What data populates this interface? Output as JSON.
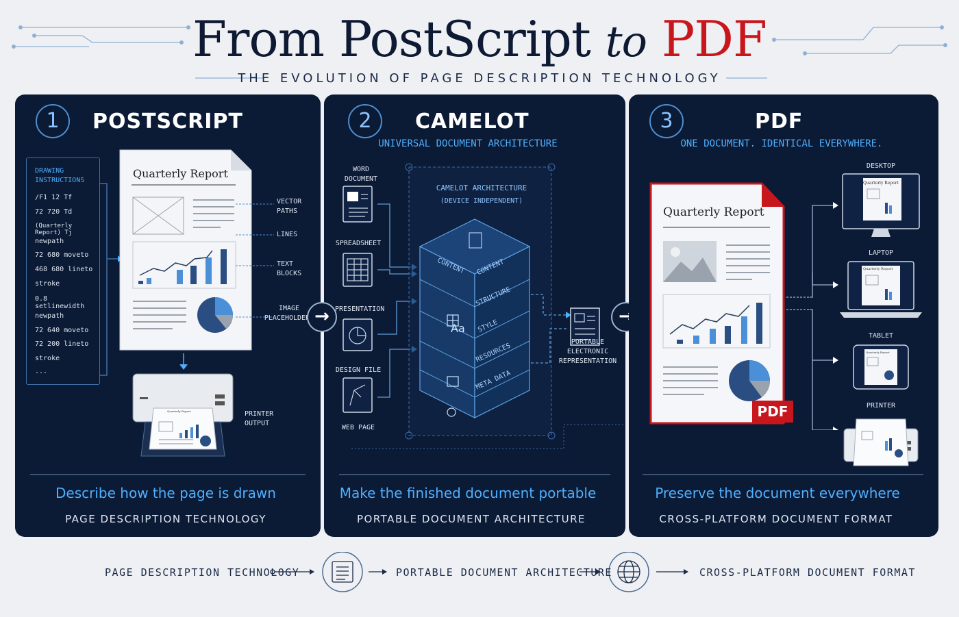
{
  "header": {
    "title_part1": "From PostScript",
    "title_part2": "to",
    "title_part3": "PDF",
    "subtitle": "THE EVOLUTION OF PAGE DESCRIPTION TECHNOLOGY"
  },
  "panel1": {
    "number": "1",
    "title": "POSTSCRIPT",
    "code_heading": "DRAWING INSTRUCTIONS",
    "code_lines": [
      "/F1 12 Tf",
      "72 720 Td",
      "(Quarterly Report) Tj",
      "newpath",
      "72 680 moveto",
      "468 680 lineto",
      "stroke",
      "0.8 setlinewidth",
      "newpath",
      "72 640 moveto",
      "72 200 lineto",
      "stroke",
      "..."
    ],
    "doc_title": "Quarterly Report",
    "callouts": [
      "VECTOR PATHS",
      "LINES",
      "TEXT BLOCKS",
      "IMAGE PLACEHOLDERS"
    ],
    "printer_label": "PRINTER OUTPUT",
    "printed_title": "Quarterly Report",
    "bottom_heading": "Describe how the page is drawn",
    "bottom_sub": "PAGE DESCRIPTION TECHNOLOGY"
  },
  "panel2": {
    "number": "2",
    "title": "CAMELOT",
    "subtitle": "UNIVERSAL DOCUMENT ARCHITECTURE",
    "inputs": [
      "WORD DOCUMENT",
      "SPREADSHEET",
      "PRESENTATION",
      "DESIGN FILE",
      "WEB PAGE"
    ],
    "arch_title": "CAMELOT ARCHITECTURE",
    "arch_sub": "(DEVICE INDEPENDENT)",
    "layers_left": [
      "CONTENT"
    ],
    "layers_right": [
      "CONTENT",
      "STRUCTURE",
      "STYLE",
      "RESOURCES",
      "META DATA"
    ],
    "output_label": "PORTABLE ELECTRONIC REPRESENTATION",
    "bottom_heading": "Make the finished document portable",
    "bottom_sub": "PORTABLE DOCUMENT ARCHITECTURE"
  },
  "panel3": {
    "number": "3",
    "title": "PDF",
    "subtitle": "ONE DOCUMENT. IDENTICAL EVERYWHERE.",
    "doc_title": "Quarterly Report",
    "badge": "PDF",
    "devices": [
      "DESKTOP",
      "LAPTOP",
      "TABLET",
      "PRINTER"
    ],
    "device_doc_title": "Quarterly Report",
    "bottom_heading": "Preserve the document everywhere",
    "bottom_sub": "CROSS-PLATFORM  DOCUMENT FORMAT"
  },
  "flow": {
    "step1": "PAGE DESCRIPTION TECHNOLOGY",
    "step2": "PORTABLE DOCUMENT ARCHITECTURE",
    "step3": "CROSS-PLATFORM DOCUMENT FORMAT"
  },
  "colors": {
    "navy": "#0b1a35",
    "accent": "#4fb0ff",
    "red": "#c8161d"
  }
}
